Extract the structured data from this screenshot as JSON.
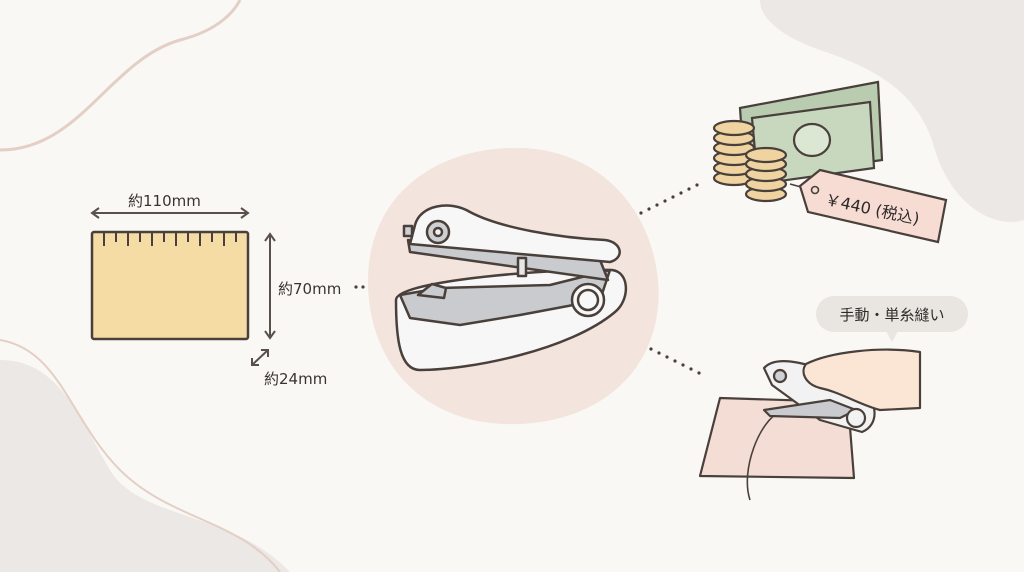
{
  "dimensions": {
    "width_label": "約110mm",
    "height_label": "約70mm",
    "depth_label": "約24mm"
  },
  "price": {
    "label": "￥440 (税込)"
  },
  "feature": {
    "label": "手動・単糸縫い"
  },
  "colors": {
    "background": "#faf8f4",
    "box_fill": "#f4dca4",
    "center_circle": "#f3e4de",
    "price_tag": "#f7dcd3",
    "bill": "#c8d8bf",
    "coin": "#efd3a0",
    "fabric": "#f3ddd4",
    "outline": "#4a403b"
  }
}
